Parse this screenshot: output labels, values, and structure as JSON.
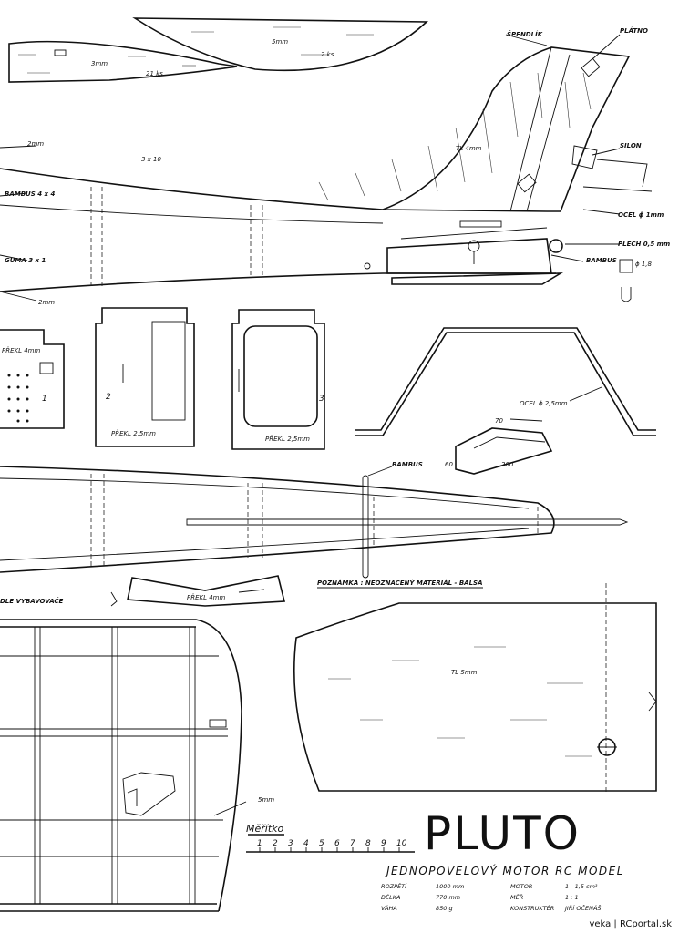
{
  "labels": {
    "plastic_3mm": "3mm",
    "count_21": "21 ks",
    "plastic_5mm": "5mm",
    "count_2": "2 ks",
    "pin": "ŠPENDLÍK",
    "cloth": "PLÁTNO",
    "silon": "SILON",
    "steel_1": "OCEL ϕ 1mm",
    "sheet_metal": "PLECH 0,5 mm",
    "bamboo_tail": "BAMBUS",
    "diameter_small": "ϕ 1,8",
    "tl4": "TL 4mm",
    "size_3x10": "3 x 10",
    "bamboo_4x4": "BAMBUS 4 x 4",
    "rubber": "GUMA 3 x 1",
    "thick_2mm_a": "2mm",
    "thick_2mm_b": "2mm",
    "plywood_4": "PŘEKL 4mm",
    "plywood_25_a": "PŘEKL 2,5mm",
    "plywood_25_b": "PŘEKL 2,5mm",
    "part1": "1",
    "part2": "2",
    "part3": "3",
    "steel_25": "OCEL ϕ 2,5mm",
    "dim70": "70",
    "dim60": "60",
    "dim200": "200",
    "bamboo_mid": "BAMBUS",
    "plywood_4b": "PŘEKL 4mm",
    "note": "POZNÁMKA : NEOZNAČENÝ MATERIÁL - BALSA",
    "elevator": "DLE VYBAVOVAČE",
    "tl5": "TL 5mm",
    "wing5": "5mm",
    "scale_title": "Měřítko",
    "scale_numbers": [
      "1",
      "2",
      "3",
      "4",
      "5",
      "6",
      "7",
      "8",
      "9",
      "10"
    ]
  },
  "title": {
    "name": "PLUTO",
    "subtitle": "JEDNOPOVELOVÝ MOTOR RC MODEL"
  },
  "specs": [
    {
      "label": "ROZPĚTÍ",
      "value": "1000 mm"
    },
    {
      "label": "DÉLKA",
      "value": "770 mm"
    },
    {
      "label": "VÁHA",
      "value": "850 g"
    }
  ],
  "specs_right": [
    {
      "label": "MOTOR",
      "value": "1 - 1,5 cm³"
    },
    {
      "label": "MĚŘ",
      "value": "1 : 1"
    },
    {
      "label": "KONSTRUKTÉR",
      "value": "JIŘÍ OČENÁŠ"
    }
  ],
  "credit": "veka | RCportal.sk"
}
